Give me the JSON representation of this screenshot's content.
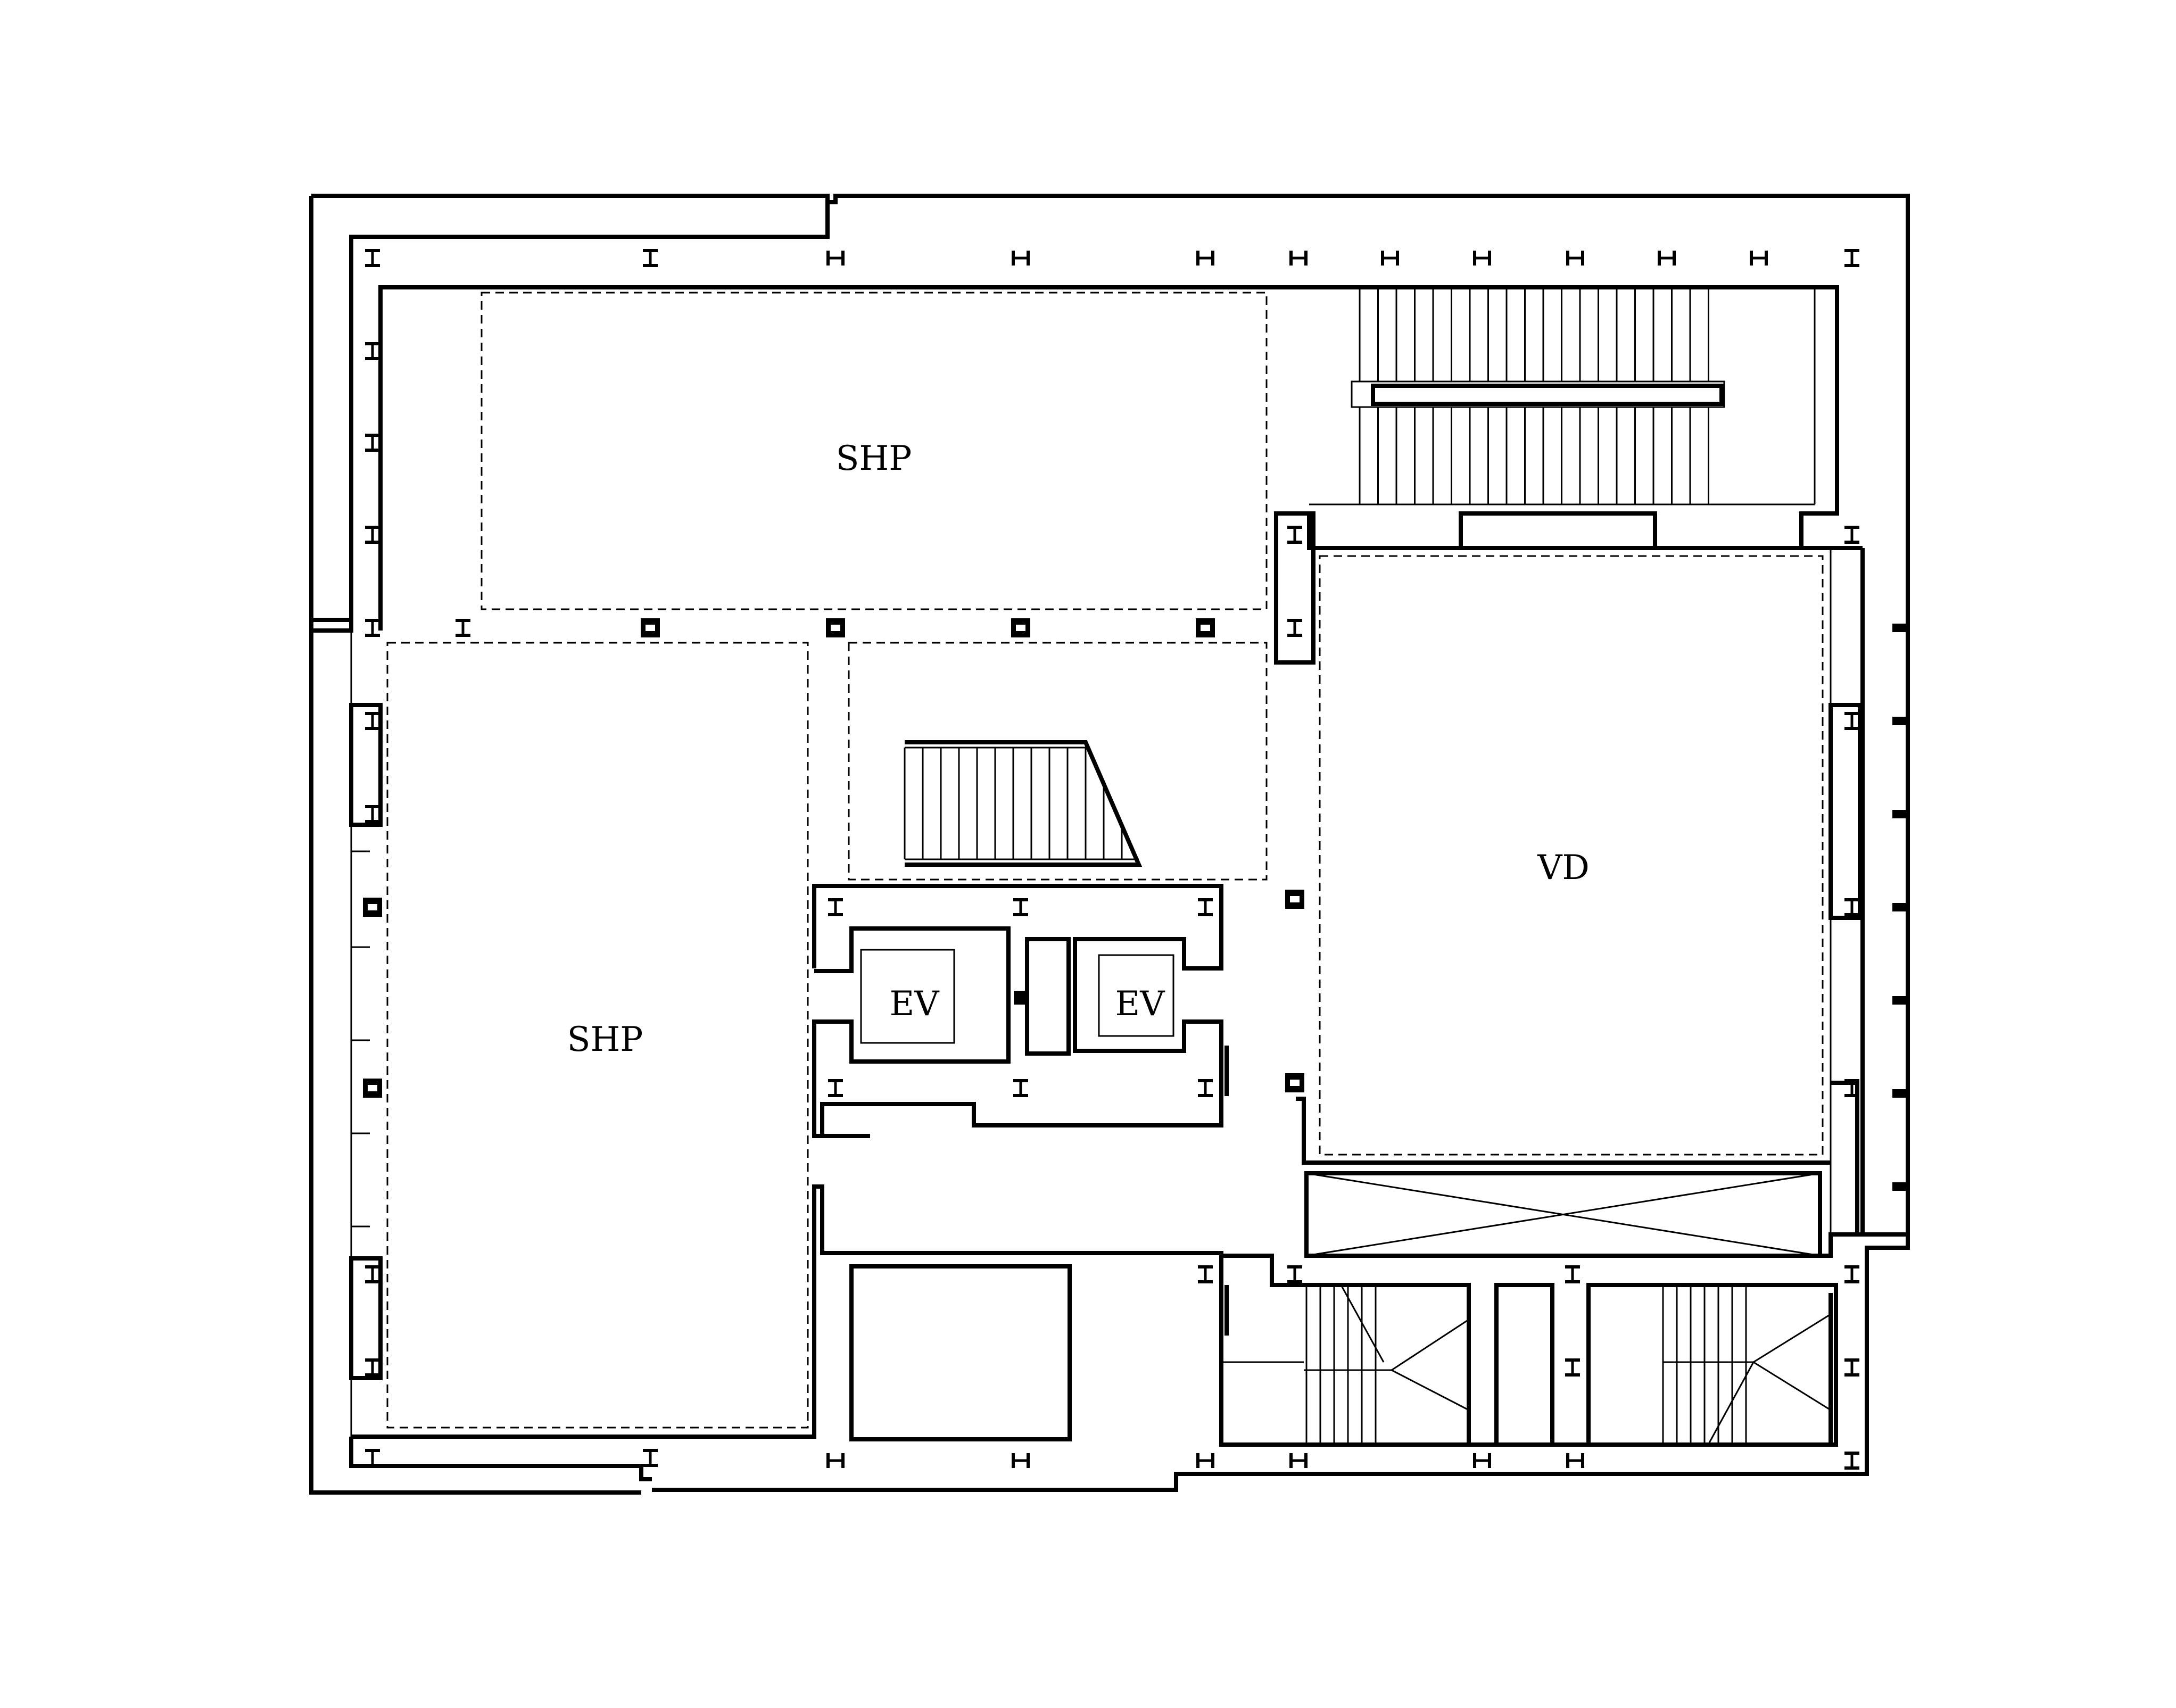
{
  "labels": {
    "shp_upper": "SHP",
    "shp_lower": "SHP",
    "vd": "VD",
    "ev_left": "EV",
    "ev_right": "EV"
  },
  "colors": {
    "line": "#000000",
    "background": "#ffffff"
  }
}
